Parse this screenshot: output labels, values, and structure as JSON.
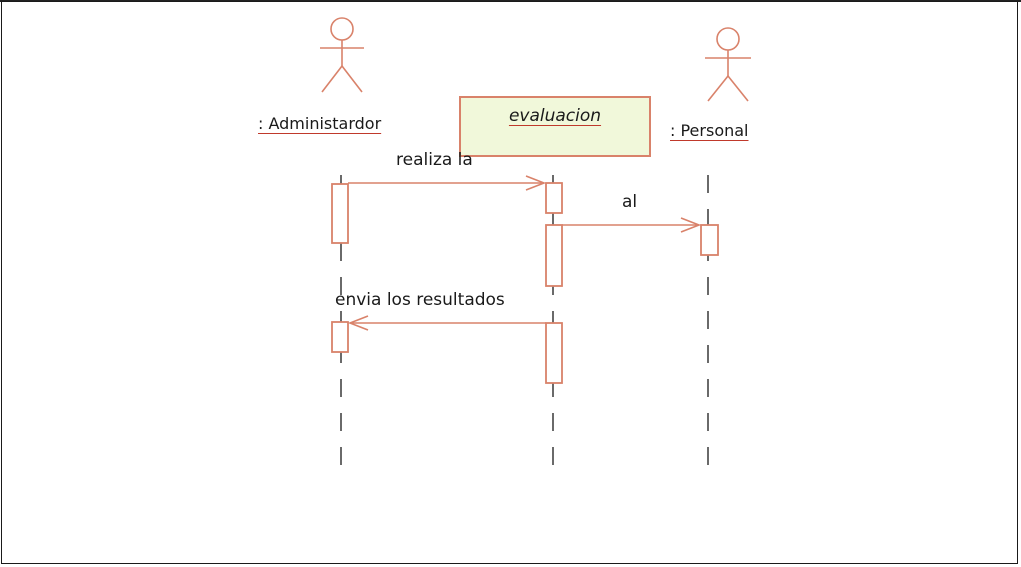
{
  "diagram": {
    "type": "sequence",
    "colors": {
      "line": "#d9826a",
      "object_fill": "#f1f8da",
      "text": "#1a1a1a",
      "frame": "#1a1a1a"
    },
    "participants": {
      "admin": {
        "label": ": Administardor",
        "kind": "actor"
      },
      "evaluacion": {
        "label": "evaluacion",
        "kind": "object"
      },
      "personal": {
        "label": ": Personal",
        "kind": "actor"
      }
    },
    "messages": [
      {
        "from": "admin",
        "to": "evaluacion",
        "label": "realiza la"
      },
      {
        "from": "evaluacion",
        "to": "personal",
        "label": "al"
      },
      {
        "from": "evaluacion",
        "to": "admin",
        "label": "envia los resultados"
      }
    ]
  }
}
